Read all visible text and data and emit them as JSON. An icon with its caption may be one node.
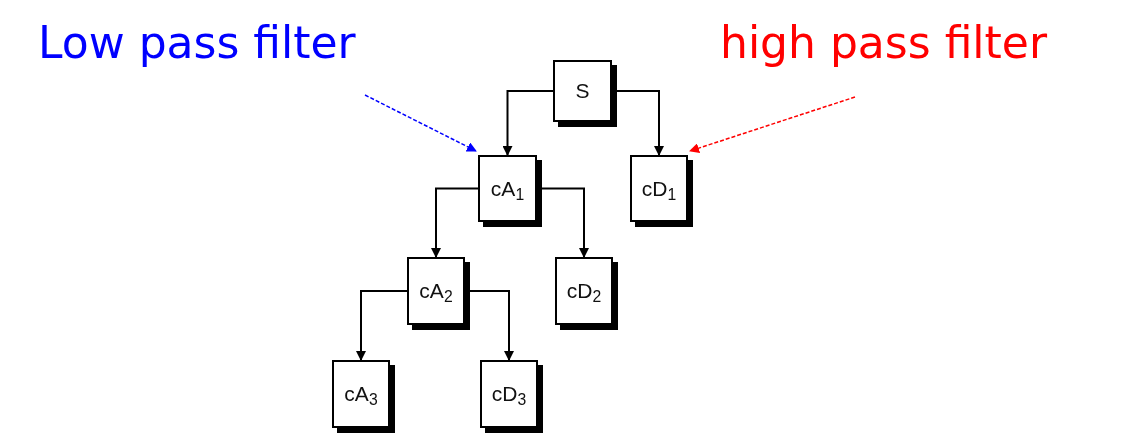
{
  "diagram": {
    "nodes": [
      {
        "text": [
          "Low pass filter"
        ]
      },
      {
        "text": [
          "high pass filter"
        ]
      },
      {
        "text": [
          "S"
        ]
      },
      {
        "text": [
          "cA$_{1}$"
        ]
      },
      {
        "text": [
          "cD$_{1}$"
        ]
      },
      {
        "text": [
          "cA$_{2}$"
        ]
      },
      {
        "text": [
          "cD$_{2}$"
        ]
      },
      {
        "text": [
          "cA$_{3}$"
        ]
      },
      {
        "text": [
          "cD$_{3}$"
        ]
      }
    ],
    "edges": [
      {
        "from": 2,
        "to": 3,
        "arrow": "to"
      },
      {
        "from": 2,
        "to": 4,
        "arrow": "to"
      },
      {
        "from": 3,
        "to": 5,
        "arrow": "to"
      },
      {
        "from": 3,
        "to": 6,
        "arrow": "to"
      },
      {
        "from": 5,
        "to": 7,
        "arrow": "to"
      },
      {
        "from": 5,
        "to": 8,
        "arrow": "to"
      },
      {
        "from": 0,
        "to": 3,
        "arrow": "to",
        "style": "dashed",
        "color": "#0000ff"
      },
      {
        "from": 1,
        "to": 4,
        "arrow": "to",
        "style": "dashed",
        "color": "#ff0000"
      }
    ]
  }
}
